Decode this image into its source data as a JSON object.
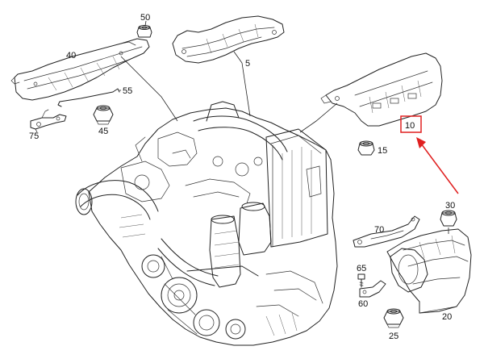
{
  "part_labels": {
    "p10": "10",
    "p15": "15",
    "p20": "20",
    "p25": "25",
    "p30": "30",
    "p40": "40",
    "p45": "45",
    "p50": "50",
    "p55": "55",
    "p5": "5",
    "p60": "60",
    "p65": "65",
    "p70": "70",
    "p75": "75"
  },
  "highlight": {
    "part": "10",
    "color": "#e02020"
  }
}
